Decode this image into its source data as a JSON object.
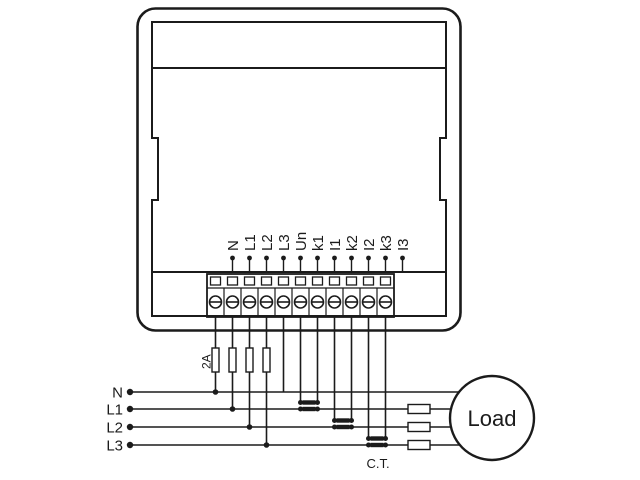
{
  "meter": {
    "terminals": [
      {
        "label": "N"
      },
      {
        "label": "L1"
      },
      {
        "label": "L2"
      },
      {
        "label": "L3"
      },
      {
        "label": "Un"
      },
      {
        "label": "k1"
      },
      {
        "label": "I1"
      },
      {
        "label": "k2"
      },
      {
        "label": "I2"
      },
      {
        "label": "k3"
      },
      {
        "label": "I3"
      }
    ]
  },
  "fuse_label": "2A",
  "supply_lines": [
    {
      "label": "N"
    },
    {
      "label": "L1"
    },
    {
      "label": "L2"
    },
    {
      "label": "L3"
    }
  ],
  "load": {
    "label": "Load"
  },
  "ct_label": "C.T.",
  "colors": {
    "ink": "#1b1b1b",
    "background": "#ffffff"
  }
}
